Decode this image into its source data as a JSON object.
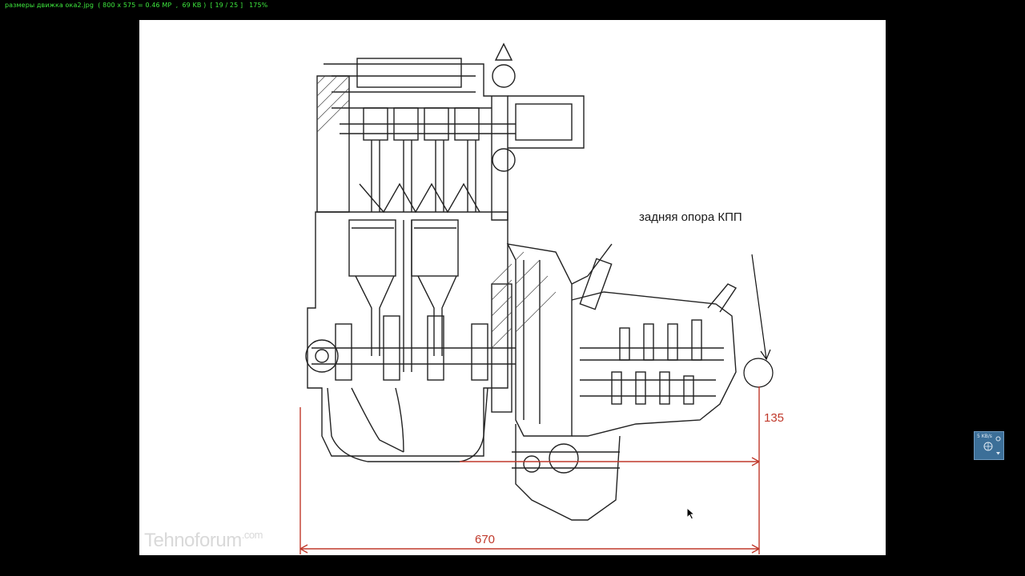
{
  "viewer": {
    "status_text": "размеры движка ока2.jpg  ( 800 x 575 = 0.46 MP  ,  69 KB )  [ 19 / 25 ]   175%"
  },
  "image": {
    "annotation": "задняя опора КПП",
    "dimension_height": "135",
    "dimension_length": "670",
    "watermark_main": "Tehnoforum",
    "watermark_suffix": ".com",
    "dimension_color": "#c0392b"
  },
  "widget": {
    "speed_text": "5 KB/s"
  },
  "colors": {
    "status_text": "#3ee83e",
    "background": "#000000",
    "widget_bg": "#3c6f98"
  }
}
